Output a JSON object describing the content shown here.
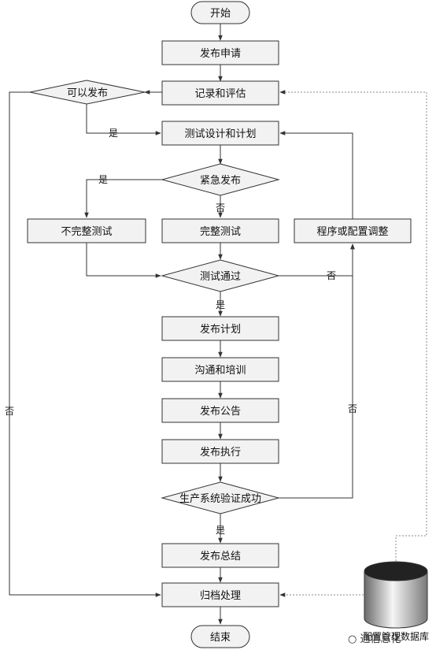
{
  "nodes": {
    "start": "开始",
    "release_request": "发布申请",
    "record_evaluate": "记录和评估",
    "can_release": "可以发布",
    "test_design": "测试设计和计划",
    "urgent_release": "紧急发布",
    "incomplete_test": "不完整测试",
    "complete_test": "完整测试",
    "program_adjust": "程序或配置调整",
    "test_pass": "测试通过",
    "release_plan": "发布计划",
    "communicate_train": "沟通和培训",
    "release_notice": "发布公告",
    "release_execute": "发布执行",
    "prod_verify": "生产系统验证成功",
    "release_summary": "发布总结",
    "archive": "归档处理",
    "end": "结束",
    "database": "配置管理数据库"
  },
  "labels": {
    "yes": "是",
    "no": "否"
  },
  "watermark": "○ 通信息化"
}
